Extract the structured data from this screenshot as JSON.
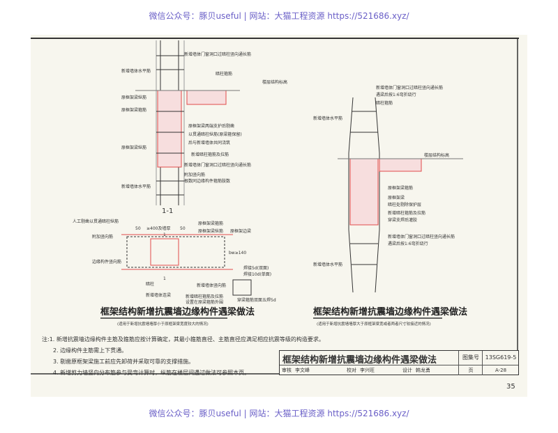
{
  "watermark": "微信公众号：豚贝useful | 网站：大猫工程资源 https://521686.xyz/",
  "left_section": {
    "labels": [
      "新增墙体门窗洞口过暗柱竖向通长筋",
      "新增墙体水平筋",
      "暗柱箍筋",
      "楼层结构标高",
      "原框架梁纵筋",
      "原框架梁箍筋",
      "原框架梁两端支护后剔凿",
      "以贯通暗柱纵筋(原梁箍保留)",
      "后与新增墙体共同浇筑",
      "原框架梁纵筋",
      "新增暗柱箍筋及拉筋",
      "新增墙体门窗洞口过暗柱竖向通长筋",
      "附加竖向筋",
      "根数同边缘构件箍筋肢数",
      "新增墙体水平筋"
    ],
    "section_mark": "1-1",
    "plan_labels": [
      "人工剔凿以贯通暗柱纵筋",
      "附加竖向筋",
      "边缘构件竖向筋",
      "暗柱",
      "新增墙体连梁",
      "新增暗柱箍筋及拉筋",
      "设置在原梁箍筋外围",
      "新增墙体竖向筋",
      "原框架梁箍筋",
      "原框架梁纵筋",
      "原框架边梁",
      "穿梁箍筋双面五焊5d",
      "焊接5d(双面)",
      "焊接10d(单面)"
    ],
    "dims": [
      "50",
      "≥400及墙厚",
      "50",
      "1",
      "1",
      "bw≥140"
    ],
    "caption": "框架结构新增抗震墙边缘构件遇梁做法",
    "subcaption": "(适用于新增抗震墙墙厚小于原框架梁宽度较大的情况)"
  },
  "right_section": {
    "labels": [
      "新增墙体门窗洞口过暗柱竖向通长筋",
      "遇梁后按1:6弯折绕行",
      "暗柱箍筋",
      "新增墙体水平筋",
      "楼层结构标高",
      "原框架梁箍筋",
      "原框架梁",
      "暗柱处剔除保护层",
      "新增暗柱箍筋及拉筋",
      "穿梁支焊后灌胶",
      "新增墙体门窗洞口过暗柱竖向通长筋",
      "遇梁后按1:6弯折绕行",
      "新增墙体水平筋"
    ],
    "caption": "框架结构新增抗震墙边缘构件遇梁做法",
    "subcaption": "(适用于新增抗震墙墙厚大于原框架梁宽或者两者尺寸较接近的情况)"
  },
  "notes": [
    "注:1. 新增抗震墙边缘构件主筋及箍筋应按计算确定，其最小箍筋直径、主筋直径应满足相应抗震等级的构造要求。",
    "2. 边缘构件主筋需上下贯通。",
    "3. 剔凿原框架梁施工前应先卸荷并采取可靠的支撑措施。",
    "4. 新增剪力墙竖向分布筋参与受弯计算时，纵筋在楼层间遇过做法可参照本页。"
  ],
  "title_block": {
    "title": "框架结构新增抗震墙边缘构件遇梁做法",
    "atlas_label": "图集号",
    "atlas_no": "13SG619-5",
    "review": "审核",
    "reviewer": "李文峰",
    "check": "校对",
    "checker": "李兴旺",
    "design": "设计",
    "designer": "韩龙勇",
    "page_label": "页",
    "page_no": "A-28"
  },
  "page_number": "35",
  "colors": {
    "red": "#e04a4a",
    "line": "#333333",
    "watermark": "#6a5fc7"
  }
}
